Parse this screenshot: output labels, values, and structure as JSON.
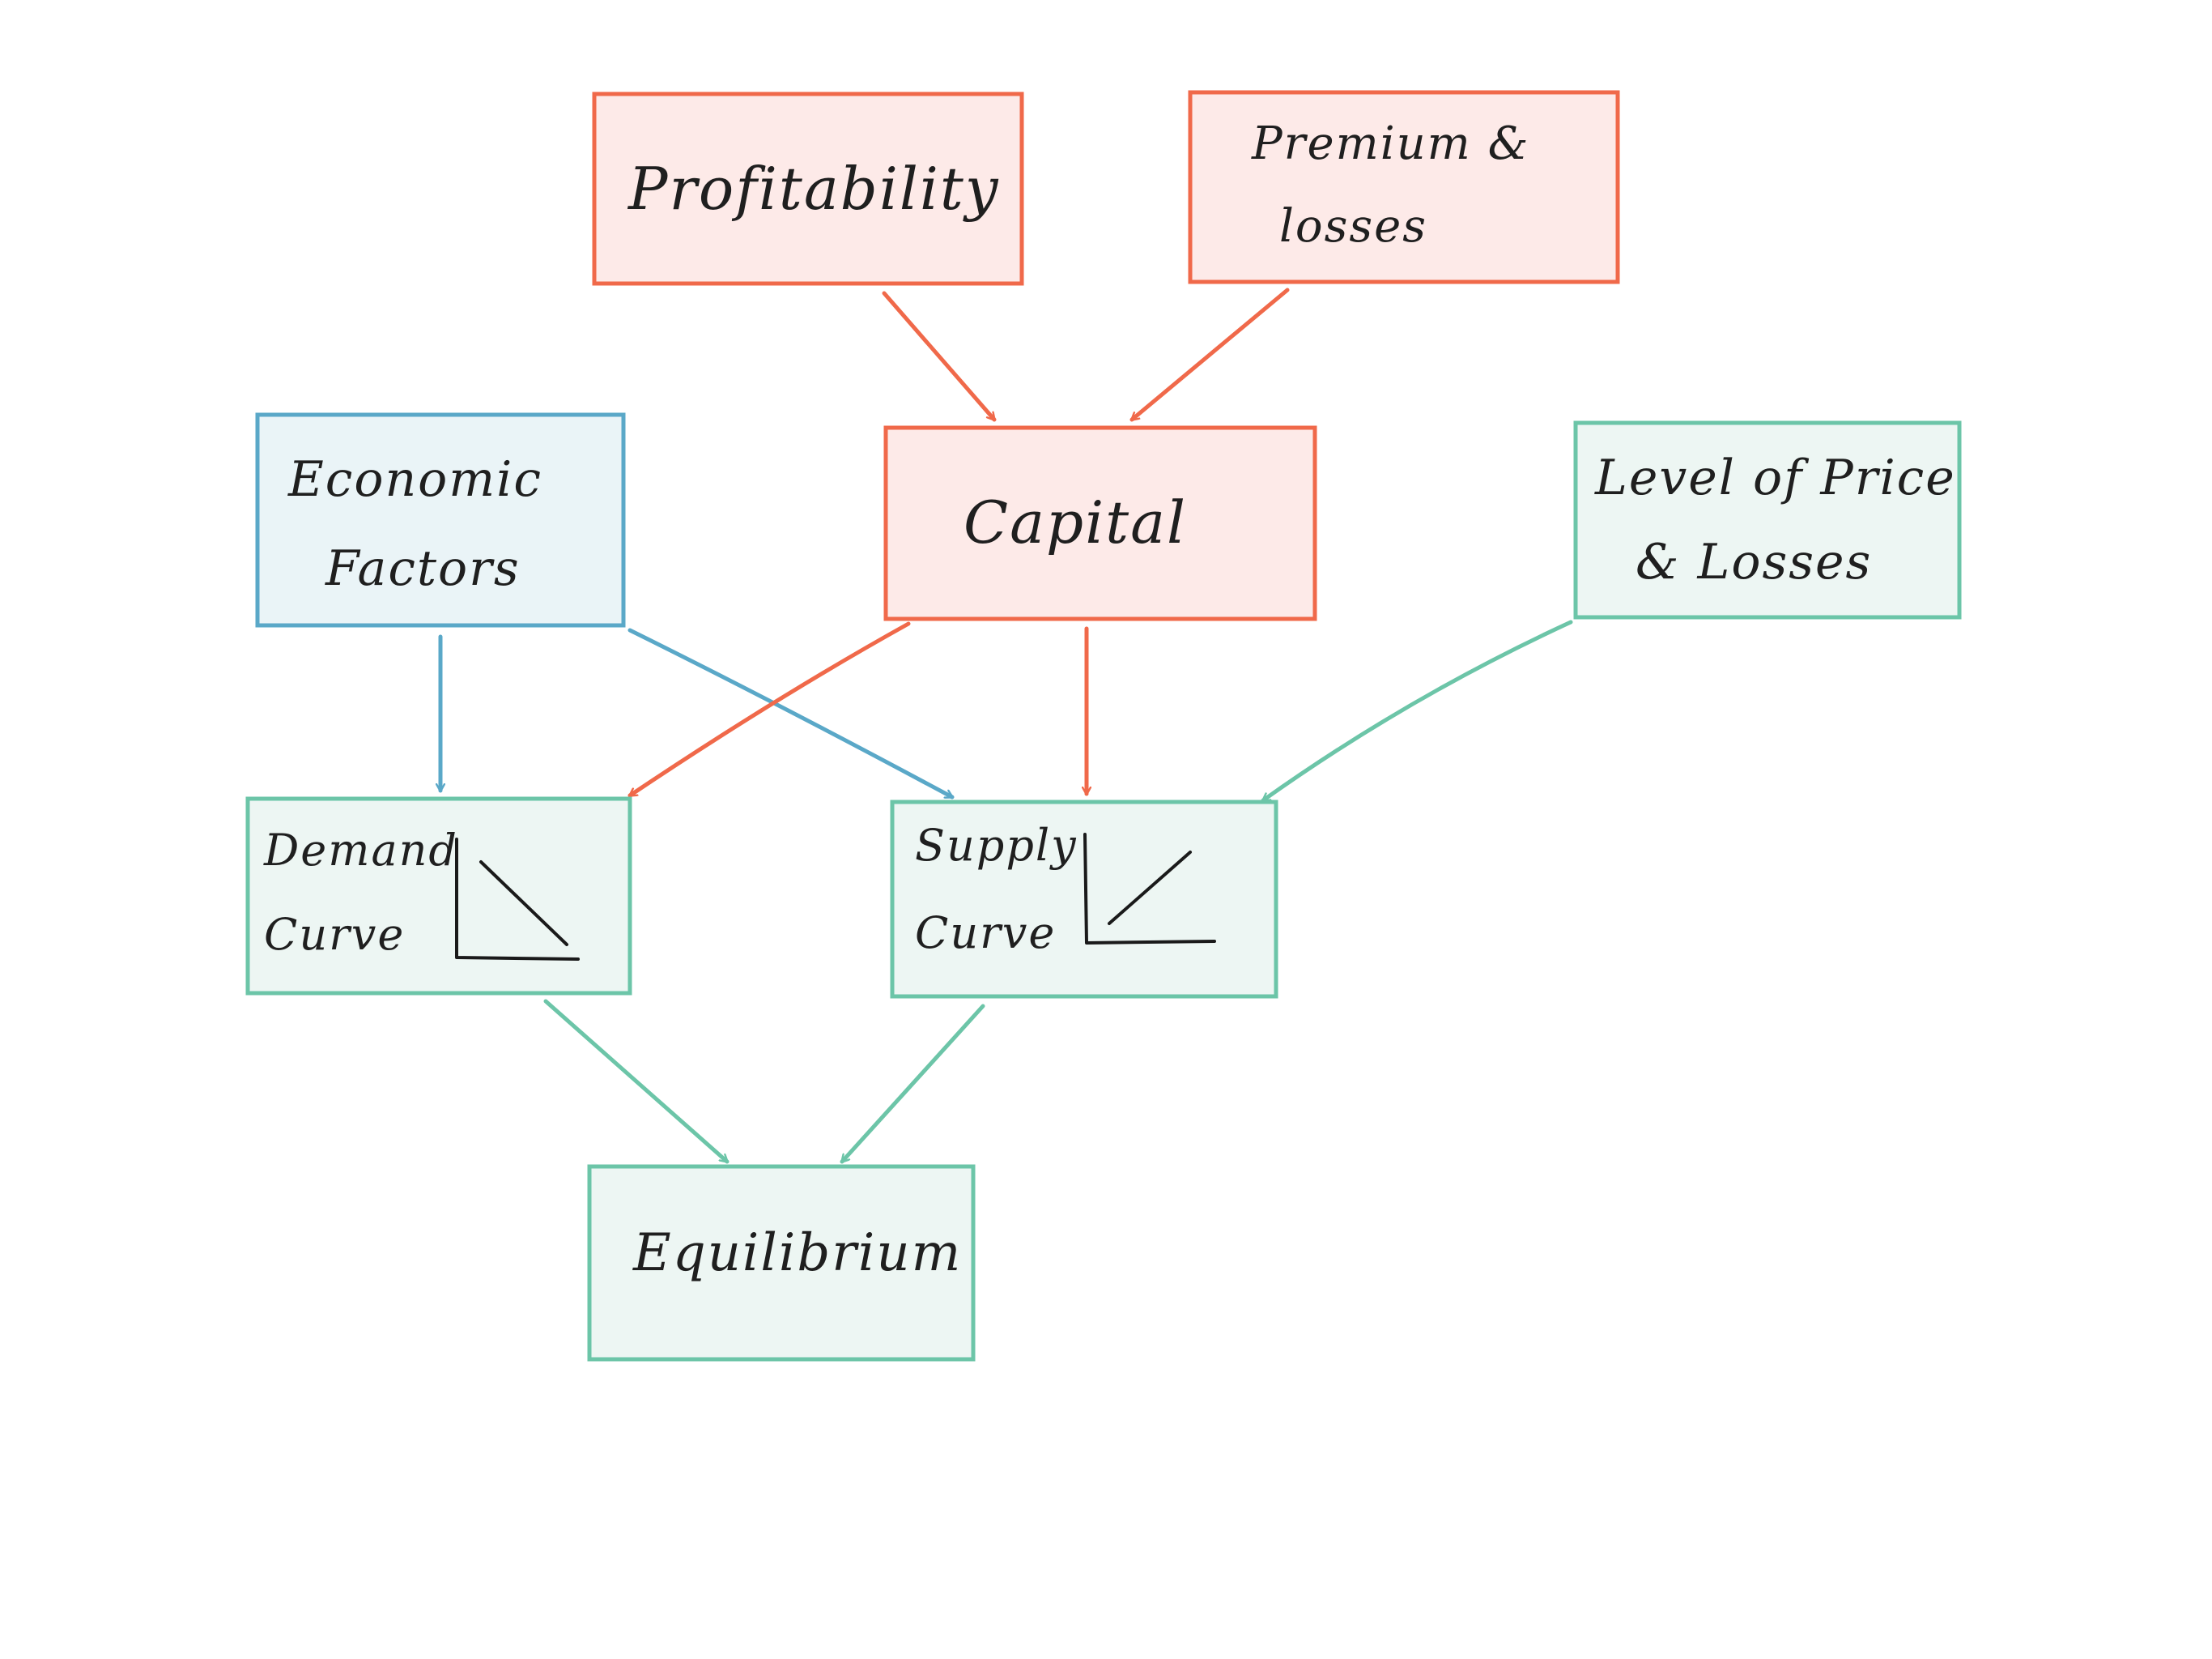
{
  "colors": {
    "red_stroke": "#f0694a",
    "red_fill": "#fdeae8",
    "blue_stroke": "#5aa8c8",
    "blue_fill": "#eaf4f7",
    "green_stroke": "#6cc5a8",
    "green_fill": "#edf6f3",
    "text": "#1f1f1f"
  },
  "nodes": {
    "profitability": {
      "label": "Profitability",
      "category": "red"
    },
    "premium_losses": {
      "line1": "Premium &",
      "line2": "losses",
      "category": "red"
    },
    "capital": {
      "label": "Capital",
      "category": "red"
    },
    "economic_factors": {
      "line1": "Economic",
      "line2": "Factors",
      "category": "blue"
    },
    "level_price_losses": {
      "line1": "Level of Price",
      "line2": "& Losses",
      "category": "green"
    },
    "demand_curve": {
      "line1": "Demand",
      "line2": "Curve",
      "category": "green",
      "glyph": "downward-sloping-curve"
    },
    "supply_curve": {
      "line1": "Supply",
      "line2": "Curve",
      "category": "green",
      "glyph": "upward-sloping-curve"
    },
    "equilibrium": {
      "label": "Equilibrium",
      "category": "green"
    }
  },
  "edges": [
    {
      "from": "profitability",
      "to": "capital",
      "color": "red"
    },
    {
      "from": "premium_losses",
      "to": "capital",
      "color": "red"
    },
    {
      "from": "economic_factors",
      "to": "demand_curve",
      "color": "blue"
    },
    {
      "from": "economic_factors",
      "to": "supply_curve",
      "color": "blue"
    },
    {
      "from": "capital",
      "to": "demand_curve",
      "color": "red"
    },
    {
      "from": "capital",
      "to": "supply_curve",
      "color": "red"
    },
    {
      "from": "level_price_losses",
      "to": "supply_curve",
      "color": "green"
    },
    {
      "from": "demand_curve",
      "to": "equilibrium",
      "color": "green"
    },
    {
      "from": "supply_curve",
      "to": "equilibrium",
      "color": "green"
    }
  ]
}
